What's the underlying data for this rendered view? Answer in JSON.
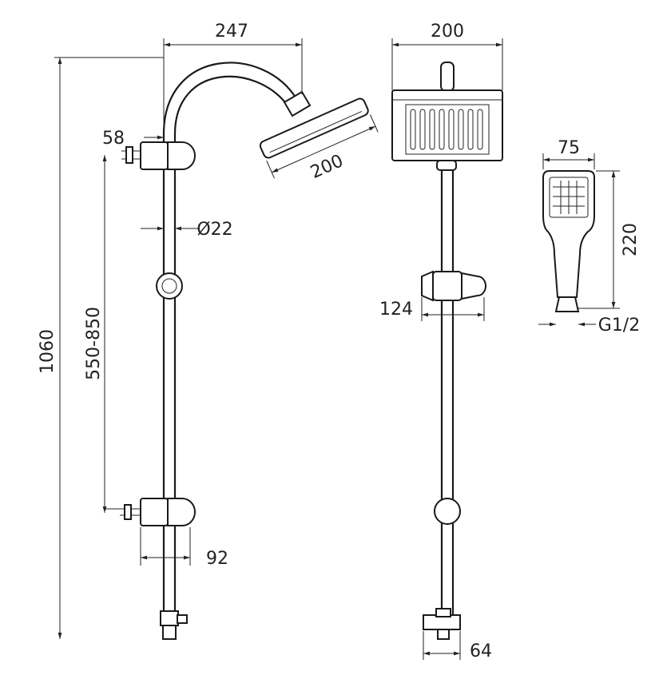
{
  "diagram": {
    "dimensions": {
      "arm_reach": "247",
      "head_diameter_side": "200",
      "wall_offset": "58",
      "pipe_diameter": "Ø22",
      "total_height": "1060",
      "bracket_spacing": "550-850",
      "bracket_depth": "92",
      "head_width_front": "200",
      "holder_width": "124",
      "diverter_width": "64",
      "hand_width": "75",
      "hand_length": "220",
      "thread": "G1/2"
    }
  }
}
